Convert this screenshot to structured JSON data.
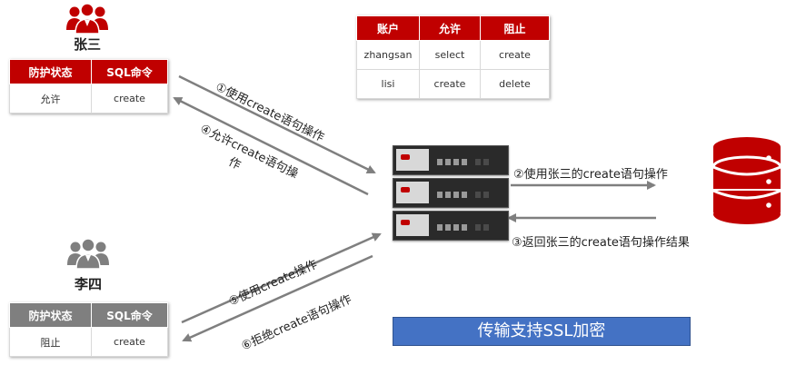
{
  "colors": {
    "brand_red": "#c00000",
    "gray_header": "#7f7f7f",
    "banner_blue": "#4472c4",
    "arrow": "#7f7f7f"
  },
  "icons": {
    "user_red": "user-group-icon",
    "user_gray": "user-group-icon",
    "database": "database-icon",
    "device": "server-appliance-icon"
  },
  "user1": {
    "name": "张三",
    "table": {
      "headers": [
        "防护状态",
        "SQL命令"
      ],
      "row": [
        "允许",
        "create"
      ]
    }
  },
  "user2": {
    "name": "李四",
    "table": {
      "headers": [
        "防护状态",
        "SQL命令"
      ],
      "row": [
        "阻止",
        "create"
      ]
    }
  },
  "policy": {
    "headers": [
      "账户",
      "允许",
      "阻止"
    ],
    "rows": [
      [
        "zhangsan",
        "select",
        "create"
      ],
      [
        "lisi",
        "create",
        "delete"
      ]
    ]
  },
  "steps": {
    "s1": "①使用create语句操作",
    "s2": "②使用张三的create语句操作",
    "s3": "③返回张三的create语句操作结果",
    "s4_line1": "④允许create语句操",
    "s4_line2": "作",
    "s5": "⑤使用create操作",
    "s6": "⑥拒绝create语句操作"
  },
  "banner": "传输支持SSL加密"
}
